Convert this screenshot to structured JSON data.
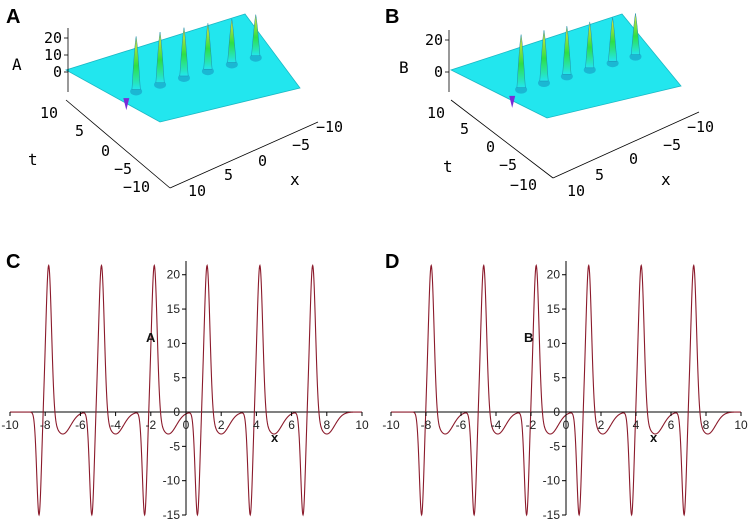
{
  "panels": [
    {
      "label": "A"
    },
    {
      "label": "B"
    },
    {
      "label": "C"
    },
    {
      "label": "D"
    }
  ],
  "chart_data": [
    {
      "type": "surface",
      "panel": "A",
      "zlabel": "A",
      "xlabel": "x",
      "ylabel": "t",
      "x_ticks": [
        "−10",
        "−5",
        "0",
        "5",
        "10"
      ],
      "t_ticks": [
        "10",
        "5",
        "0",
        "−5",
        "−10"
      ],
      "z_ticks": [
        "20",
        "10",
        "0"
      ],
      "xlim": [
        -10,
        10
      ],
      "tlim": [
        -10,
        10
      ],
      "zlim": [
        -15,
        22
      ],
      "peak_x": [
        -7.9,
        -4.9,
        -1.9,
        1.1,
        4.1,
        7.1
      ],
      "peak_z": 22,
      "colors": {
        "surface": "#22e6ee",
        "peak_mid": "#2ee044",
        "peak_top": "#f2e233"
      }
    },
    {
      "type": "surface",
      "panel": "B",
      "zlabel": "B",
      "xlabel": "x",
      "ylabel": "t",
      "x_ticks": [
        "−10",
        "−5",
        "0",
        "5",
        "10"
      ],
      "t_ticks": [
        "10",
        "5",
        "0",
        "−5",
        "−10"
      ],
      "z_ticks": [
        "20",
        "0"
      ],
      "xlim": [
        -10,
        10
      ],
      "tlim": [
        -10,
        10
      ],
      "zlim": [
        -15,
        22
      ],
      "peak_x": [
        -7.9,
        -4.9,
        -1.9,
        1.1,
        4.1,
        7.1
      ],
      "peak_z": 22,
      "colors": {
        "surface": "#22e6ee",
        "peak_mid": "#2ee044",
        "peak_top": "#f2e233"
      }
    },
    {
      "type": "line",
      "panel": "C",
      "xlabel": "x",
      "ylabel": "A",
      "xlim": [
        -10,
        10
      ],
      "ylim": [
        -15,
        22
      ],
      "x_ticks": [
        "-10",
        "-8",
        "-6",
        "-4",
        "-2",
        "0",
        "2",
        "4",
        "6",
        "8",
        "10"
      ],
      "y_ticks": [
        "20",
        "15",
        "10",
        "5",
        "0",
        "-5",
        "-10",
        "-15"
      ],
      "period": 3.0,
      "peak_centers": [
        -7.8,
        -4.8,
        -1.8,
        1.2,
        4.2,
        7.2
      ],
      "peak_value": 22,
      "trough_value": -15,
      "series": [
        {
          "color": "#8b1a2b"
        }
      ]
    },
    {
      "type": "line",
      "panel": "D",
      "xlabel": "x",
      "ylabel": "B",
      "xlim": [
        -10,
        10
      ],
      "ylim": [
        -15,
        22
      ],
      "x_ticks": [
        "-10",
        "-8",
        "-6",
        "-4",
        "-2",
        "0",
        "2",
        "4",
        "6",
        "8",
        "10"
      ],
      "y_ticks": [
        "20",
        "15",
        "10",
        "5",
        "0",
        "-5",
        "-10",
        "-15"
      ],
      "period": 3.0,
      "peak_centers": [
        -7.7,
        -4.7,
        -1.7,
        1.3,
        4.3,
        7.3
      ],
      "peak_value": 22,
      "trough_value": -15,
      "series": [
        {
          "color": "#8b1a2b"
        }
      ]
    }
  ]
}
